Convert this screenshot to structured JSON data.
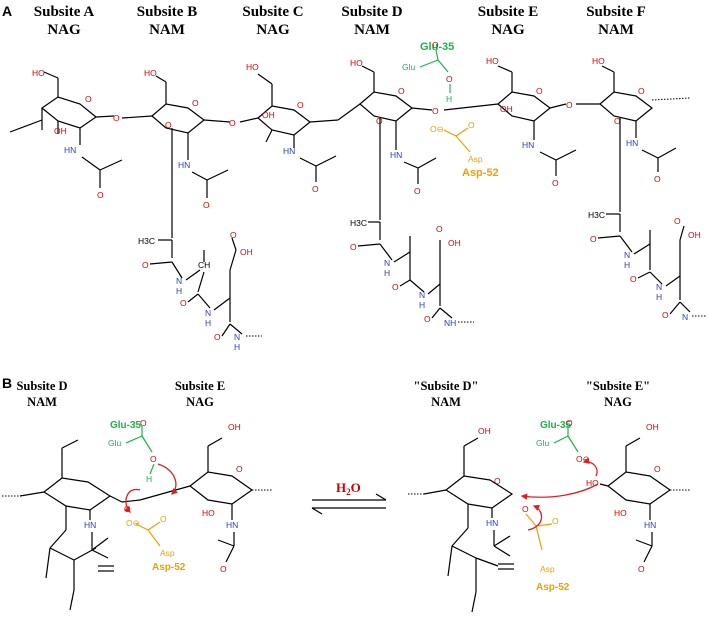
{
  "panel_a": {
    "letter": "A",
    "subsites": [
      {
        "name": "Subsite A",
        "sugar": "NAG"
      },
      {
        "name": "Subsite B",
        "sugar": "NAM"
      },
      {
        "name": "Subsite C",
        "sugar": "NAG"
      },
      {
        "name": "Subsite D",
        "sugar": "NAM"
      },
      {
        "name": "Subsite E",
        "sugar": "NAG"
      },
      {
        "name": "Subsite F",
        "sugar": "NAM"
      }
    ],
    "glu_label": "Glu-35",
    "glu_group": "Glu",
    "asp_label": "Asp-52",
    "asp_group": "Asp"
  },
  "panel_b": {
    "letter": "B",
    "left_d_title": "Subsite D",
    "left_d_sugar": "NAM",
    "left_e_title": "Subsite E",
    "left_e_sugar": "NAG",
    "right_d_title": "\"Subsite D\"",
    "right_d_sugar": "NAM",
    "right_e_title": "\"Subsite E\"",
    "right_e_sugar": "NAG",
    "water": "H",
    "water_sub": "2",
    "water_end": "O",
    "glu_label": "Glu-35",
    "glu_group": "Glu",
    "asp_label": "Asp-52",
    "asp_group": "Asp"
  },
  "atoms": {
    "O": "O",
    "OH": "OH",
    "HO": "HO",
    "H": "H",
    "HN": "HN",
    "NH": "NH",
    "N": "N",
    "CH": "CH",
    "H3C": "H3C",
    "Om": "O⊖"
  },
  "colors": {
    "oxygen": "#e00000",
    "nitrogen": "#2a3fbf",
    "glu": "#1db34a",
    "asp": "#f0a000",
    "arrow": "#e02020",
    "water": "#d00000",
    "bond": "#000000"
  }
}
